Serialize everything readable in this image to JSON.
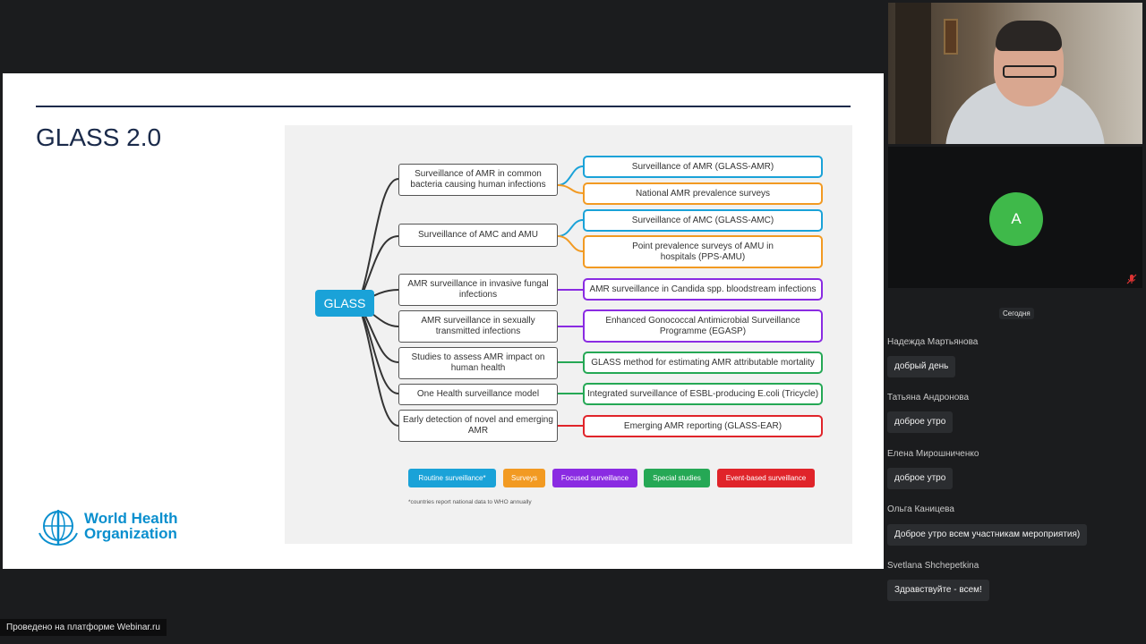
{
  "slide": {
    "title": "GLASS 2.0",
    "who_logo": {
      "line1": "World Health",
      "line2": "Organization"
    }
  },
  "diagram": {
    "root": "GLASS",
    "branches": [
      {
        "label": "Surveillance of AMR in common bacteria causing human infections",
        "children": [
          {
            "label": "Surveillance of AMR (GLASS-AMR)",
            "category": "routine"
          },
          {
            "label": "National AMR prevalence surveys",
            "category": "surveys"
          }
        ]
      },
      {
        "label": "Surveillance of AMC and AMU",
        "children": [
          {
            "label": "Surveillance of AMC (GLASS-AMC)",
            "category": "routine"
          },
          {
            "label": "Point prevalence surveys of AMU in hospitals (PPS-AMU)",
            "category": "surveys"
          }
        ]
      },
      {
        "label": "AMR surveillance in invasive fungal infections",
        "children": [
          {
            "label": "AMR surveillance in Candida spp. bloodstream infections",
            "category": "focused"
          }
        ]
      },
      {
        "label": "AMR surveillance in sexually transmitted infections",
        "children": [
          {
            "label": "Enhanced Gonococcal Antimicrobial Surveillance Programme (EGASP)",
            "category": "focused"
          }
        ]
      },
      {
        "label": "Studies to assess AMR impact on human health",
        "children": [
          {
            "label": "GLASS method for estimating AMR attributable mortality",
            "category": "special"
          }
        ]
      },
      {
        "label": "One Health surveillance model",
        "children": [
          {
            "label": "Integrated surveillance of ESBL-producing E.coli (Tricycle)",
            "category": "special"
          }
        ]
      },
      {
        "label": "Early detection of novel and emerging AMR",
        "children": [
          {
            "label": "Emerging AMR reporting (GLASS-EAR)",
            "category": "event"
          }
        ]
      }
    ],
    "legend": [
      {
        "key": "routine",
        "label": "Routine surveillance*",
        "color": "#1aa2d8"
      },
      {
        "key": "surveys",
        "label": "Surveys",
        "color": "#f29a22"
      },
      {
        "key": "focused",
        "label": "Focused surveillance",
        "color": "#8a2be2"
      },
      {
        "key": "special",
        "label": "Special studies",
        "color": "#25a855"
      },
      {
        "key": "event",
        "label": "Event-based surveillance",
        "color": "#e0242a"
      }
    ],
    "footnote": "*countries report national data to WHO annually"
  },
  "video": {
    "participant_initial": "A"
  },
  "chat": {
    "date_label": "Сегодня",
    "messages": [
      {
        "author": "Надежда Мартьянова",
        "text": "добрый день"
      },
      {
        "author": "Татьяна Андронова",
        "text": "доброе утро"
      },
      {
        "author": "Елена Мирошниченко",
        "text": "доброе утро"
      },
      {
        "author": "Ольга Каницева",
        "text": "Доброе утро всем участникам мероприятия)"
      },
      {
        "author": "Svetlana Shchepetkina",
        "text": "Здравствуйте - всем!"
      }
    ]
  },
  "footer": {
    "text": "Проведено на платформе Webinar.ru"
  },
  "icons": [
    "who-emblem-icon",
    "mic-muted-icon"
  ]
}
